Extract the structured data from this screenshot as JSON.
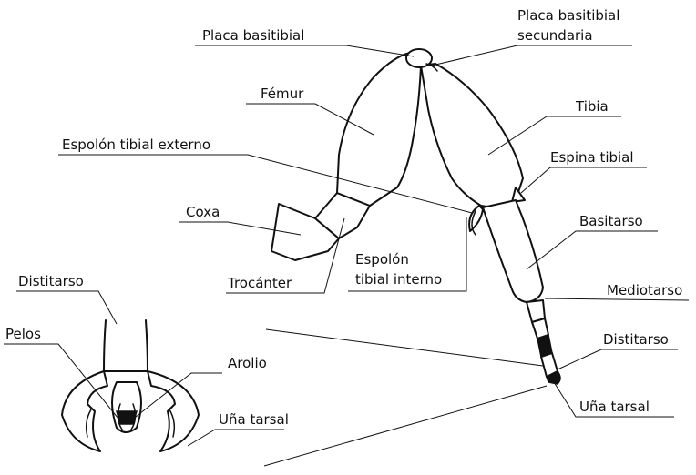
{
  "labels": {
    "placa_basitibial": "Placa basitibial",
    "placa_basitibial_secundaria_1": "Placa basitibial",
    "placa_basitibial_secundaria_2": "secundaria",
    "femur": "Fémur",
    "tibia": "Tibia",
    "espolon_externo": "Espolón tibial externo",
    "espina_tibial": "Espina tibial",
    "coxa": "Coxa",
    "basitarso": "Basitarso",
    "espolon_interno_1": "Espolón",
    "espolon_interno_2": "tibial interno",
    "trocanter": "Trocánter",
    "mediotarso": "Mediotarso",
    "distitarso_right": "Distitarso",
    "una_tarsal_right": "Uña tarsal",
    "distitarso_left": "Distitarso",
    "pelos": "Pelos",
    "arolio": "Arolio",
    "una_tarsal_left": "Uña tarsal"
  }
}
